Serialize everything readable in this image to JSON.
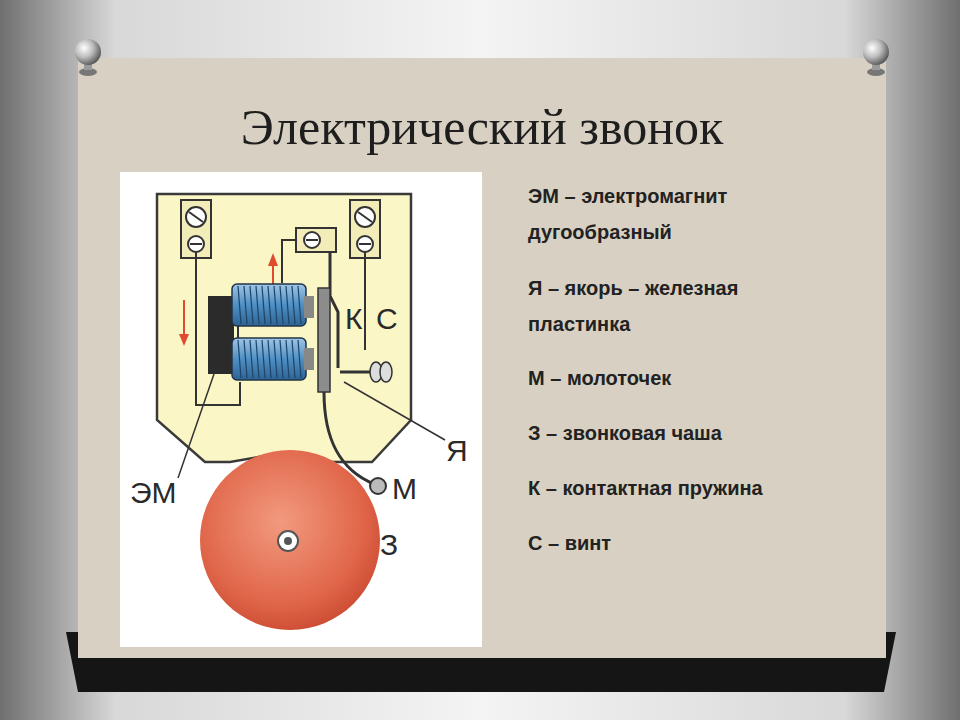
{
  "diagram": {
    "title": "Электрический звонок",
    "labels": [
      "К",
      "С",
      "Я",
      "ЭМ",
      "М",
      "З",
      "ЭМ – электромагнит дугообразный",
      "Я – якорь – железная пластинка",
      "М – молоточек",
      "З – звонковая чаша",
      "К – контактная пружина",
      "С – винт"
    ]
  }
}
